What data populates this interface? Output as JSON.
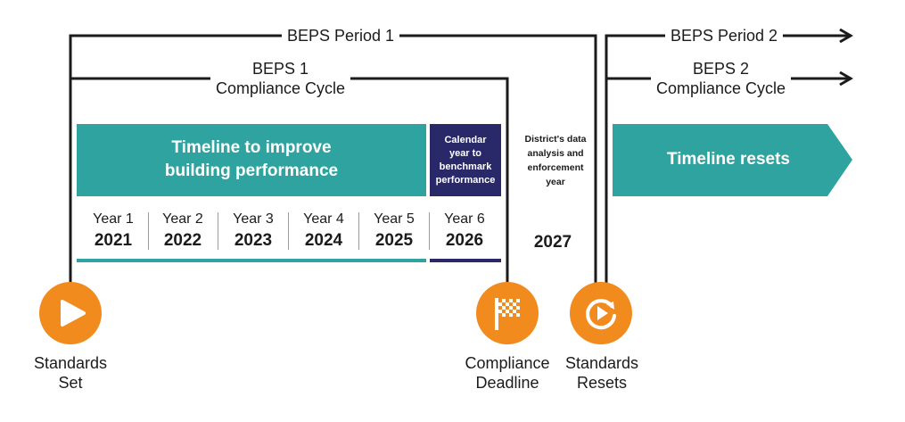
{
  "period1": {
    "label": "BEPS Period 1"
  },
  "period2": {
    "label": "BEPS Period 2"
  },
  "cycle1": {
    "line1": "BEPS 1",
    "line2": "Compliance Cycle"
  },
  "cycle2": {
    "line1": "BEPS 2",
    "line2": "Compliance Cycle"
  },
  "improve_box": {
    "line1": "Timeline to improve",
    "line2": "building performance"
  },
  "benchmark_box": {
    "line1": "Calendar",
    "line2": "year to",
    "line3": "benchmark",
    "line4": "performance"
  },
  "district_text": {
    "line1": "District's data",
    "line2": "analysis and",
    "line3": "enforcement",
    "line4": "year"
  },
  "resets_box": {
    "label": "Timeline resets"
  },
  "years": [
    {
      "label": "Year 1",
      "year": "2021"
    },
    {
      "label": "Year 2",
      "year": "2022"
    },
    {
      "label": "Year 3",
      "year": "2023"
    },
    {
      "label": "Year 4",
      "year": "2024"
    },
    {
      "label": "Year 5",
      "year": "2025"
    },
    {
      "label": "Year 6",
      "year": "2026"
    }
  ],
  "extra_year": "2027",
  "milestones": [
    {
      "line1": "Standards",
      "line2": "Set",
      "icon": "play-icon"
    },
    {
      "line1": "Compliance",
      "line2": "Deadline",
      "icon": "checkered-flag-icon"
    },
    {
      "line1": "Standards",
      "line2": "Resets",
      "icon": "reset-icon"
    }
  ],
  "colors": {
    "teal": "#2fa39f",
    "navy": "#29296a",
    "orange": "#f28b1e",
    "line": "#1b1b1b"
  }
}
